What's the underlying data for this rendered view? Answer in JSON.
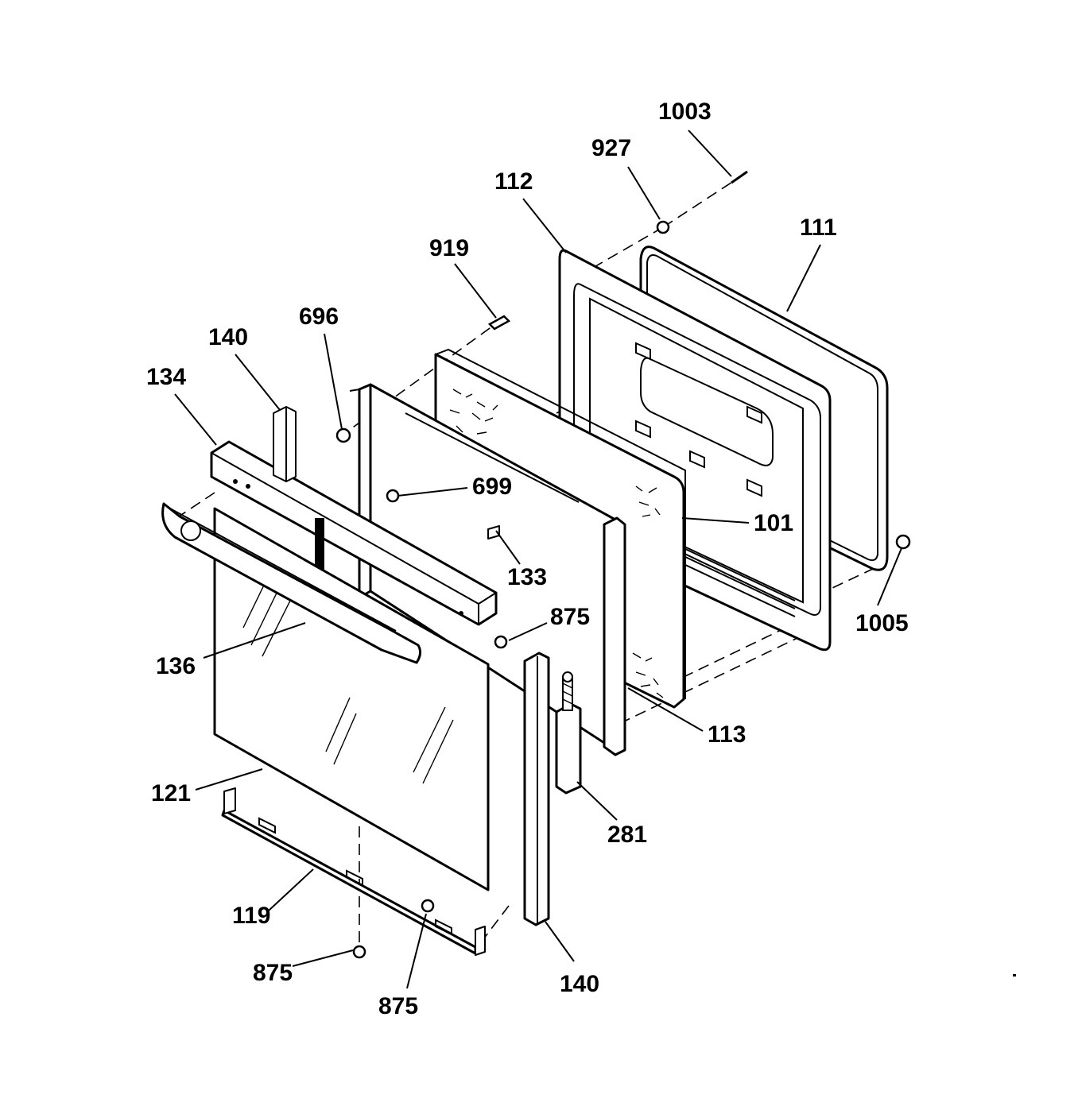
{
  "diagram": {
    "callouts": [
      {
        "id": "1003",
        "text": "1003"
      },
      {
        "id": "927",
        "text": "927"
      },
      {
        "id": "112",
        "text": "112"
      },
      {
        "id": "111",
        "text": "111"
      },
      {
        "id": "919",
        "text": "919"
      },
      {
        "id": "696",
        "text": "696"
      },
      {
        "id": "140-top",
        "text": "140"
      },
      {
        "id": "134",
        "text": "134"
      },
      {
        "id": "699",
        "text": "699"
      },
      {
        "id": "101",
        "text": "101"
      },
      {
        "id": "133",
        "text": "133"
      },
      {
        "id": "1005",
        "text": "1005"
      },
      {
        "id": "875-mid",
        "text": "875"
      },
      {
        "id": "136",
        "text": "136"
      },
      {
        "id": "113",
        "text": "113"
      },
      {
        "id": "121",
        "text": "121"
      },
      {
        "id": "281",
        "text": "281"
      },
      {
        "id": "119",
        "text": "119"
      },
      {
        "id": "875-left",
        "text": "875"
      },
      {
        "id": "140-bottom",
        "text": "140"
      },
      {
        "id": "875-bottom",
        "text": "875"
      }
    ]
  }
}
